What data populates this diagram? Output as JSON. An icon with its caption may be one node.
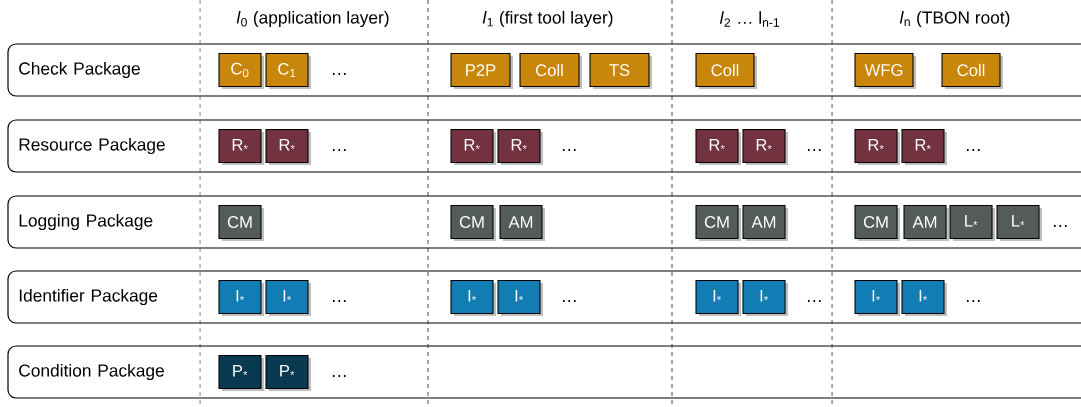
{
  "diagram": {
    "nodes": [
      {
        "text": [
          "Check Package"
        ]
      },
      {
        "text": [
          "C$_{0}$"
        ],
        "in": 0
      },
      {
        "text": [
          "C$_{1}$"
        ],
        "in": 0
      },
      {
        "text": [
          "P2P"
        ],
        "in": 0
      },
      {
        "text": [
          "Coll"
        ],
        "in": 0
      },
      {
        "text": [
          "TS"
        ],
        "in": 0
      },
      {
        "text": [
          "Coll"
        ],
        "in": 0
      },
      {
        "text": [
          "WFG"
        ],
        "in": 0
      },
      {
        "text": [
          "Coll"
        ],
        "in": 0
      },
      {
        "text": [
          "Resource Package"
        ]
      },
      {
        "text": [
          "R$_{*}$"
        ],
        "in": 9
      },
      {
        "text": [
          "R$_{*}$"
        ],
        "in": 9
      },
      {
        "text": [
          "R$_{*}$"
        ],
        "in": 9
      },
      {
        "text": [
          "R$_{*}$"
        ],
        "in": 9
      },
      {
        "text": [
          "R$_{*}$"
        ],
        "in": 9
      },
      {
        "text": [
          "R$_{*}$"
        ],
        "in": 9
      },
      {
        "text": [
          "R$_{*}$"
        ],
        "in": 9
      },
      {
        "text": [
          "R$_{*}$"
        ],
        "in": 9
      },
      {
        "text": [
          "Logging Package"
        ]
      },
      {
        "text": [
          "CM"
        ],
        "in": 18
      },
      {
        "text": [
          "CM"
        ],
        "in": 18
      },
      {
        "text": [
          "AM"
        ],
        "in": 18
      },
      {
        "text": [
          "CM"
        ],
        "in": 18
      },
      {
        "text": [
          "AM"
        ],
        "in": 18
      },
      {
        "text": [
          "CM"
        ],
        "in": 18
      },
      {
        "text": [
          "AM"
        ],
        "in": 18
      },
      {
        "text": [
          "L$_{*}$"
        ],
        "in": 18
      },
      {
        "text": [
          "L$_{*}$"
        ],
        "in": 18
      },
      {
        "text": [
          "Identifier Package"
        ]
      },
      {
        "text": [
          "I$_{*}$"
        ],
        "in": 28
      },
      {
        "text": [
          "I$_{*}$"
        ],
        "in": 28
      },
      {
        "text": [
          "I$_{*}$"
        ],
        "in": 28
      },
      {
        "text": [
          "I$_{*}$"
        ],
        "in": 28
      },
      {
        "text": [
          "I$_{*}$"
        ],
        "in": 28
      },
      {
        "text": [
          "I$_{*}$"
        ],
        "in": 28
      },
      {
        "text": [
          "I$_{*}$"
        ],
        "in": 28
      },
      {
        "text": [
          "I$_{*}$"
        ],
        "in": 28
      },
      {
        "text": [
          "Condition Package"
        ]
      },
      {
        "text": [
          "P$_{*}$"
        ],
        "in": 37
      },
      {
        "text": [
          "P$_{*}$"
        ],
        "in": 37
      }
    ],
    "labels": [
      "*l*$_{0}$ (application layer)",
      "*l*$_{1}$ (first tool layer)",
      "*l*$_{2}$ … l$_{n-1}$",
      "*l*$_{n}$ (TBON root)",
      "…",
      "…",
      "…",
      "…",
      "…",
      "…",
      "…",
      "…",
      "…",
      "…",
      "…"
    ]
  }
}
